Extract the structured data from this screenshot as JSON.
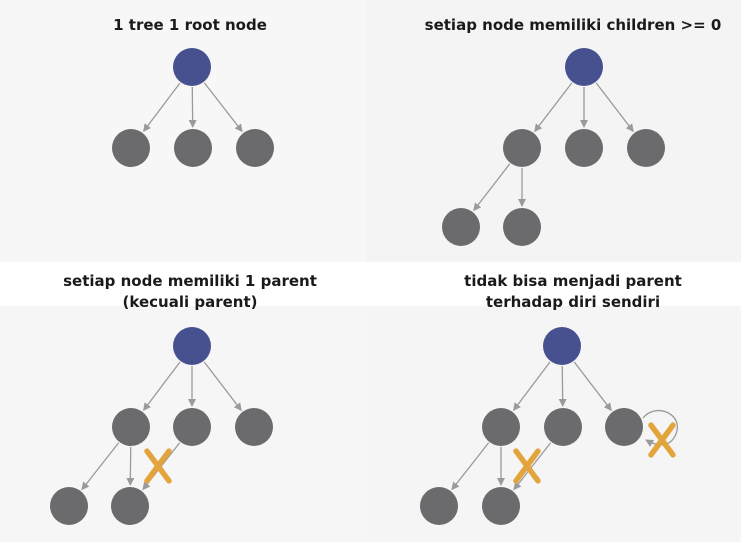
{
  "panels": {
    "tree_root": {
      "caption": [
        "1 tree 1 root node"
      ]
    },
    "children_count": {
      "caption": [
        "setiap node memiliki children >= 0"
      ]
    },
    "single_parent": {
      "caption": [
        "setiap node memiliki 1 parent",
        "(kecuali parent)"
      ]
    },
    "no_self_parent": {
      "caption": [
        "tidak bisa menjadi parent",
        "terhadap diri sendiri"
      ]
    }
  },
  "colors": {
    "root_node": "#47518f",
    "node": "#6b6b6d",
    "edge": "#9a9a9a",
    "forbidden_mark": "#e2a43b"
  }
}
